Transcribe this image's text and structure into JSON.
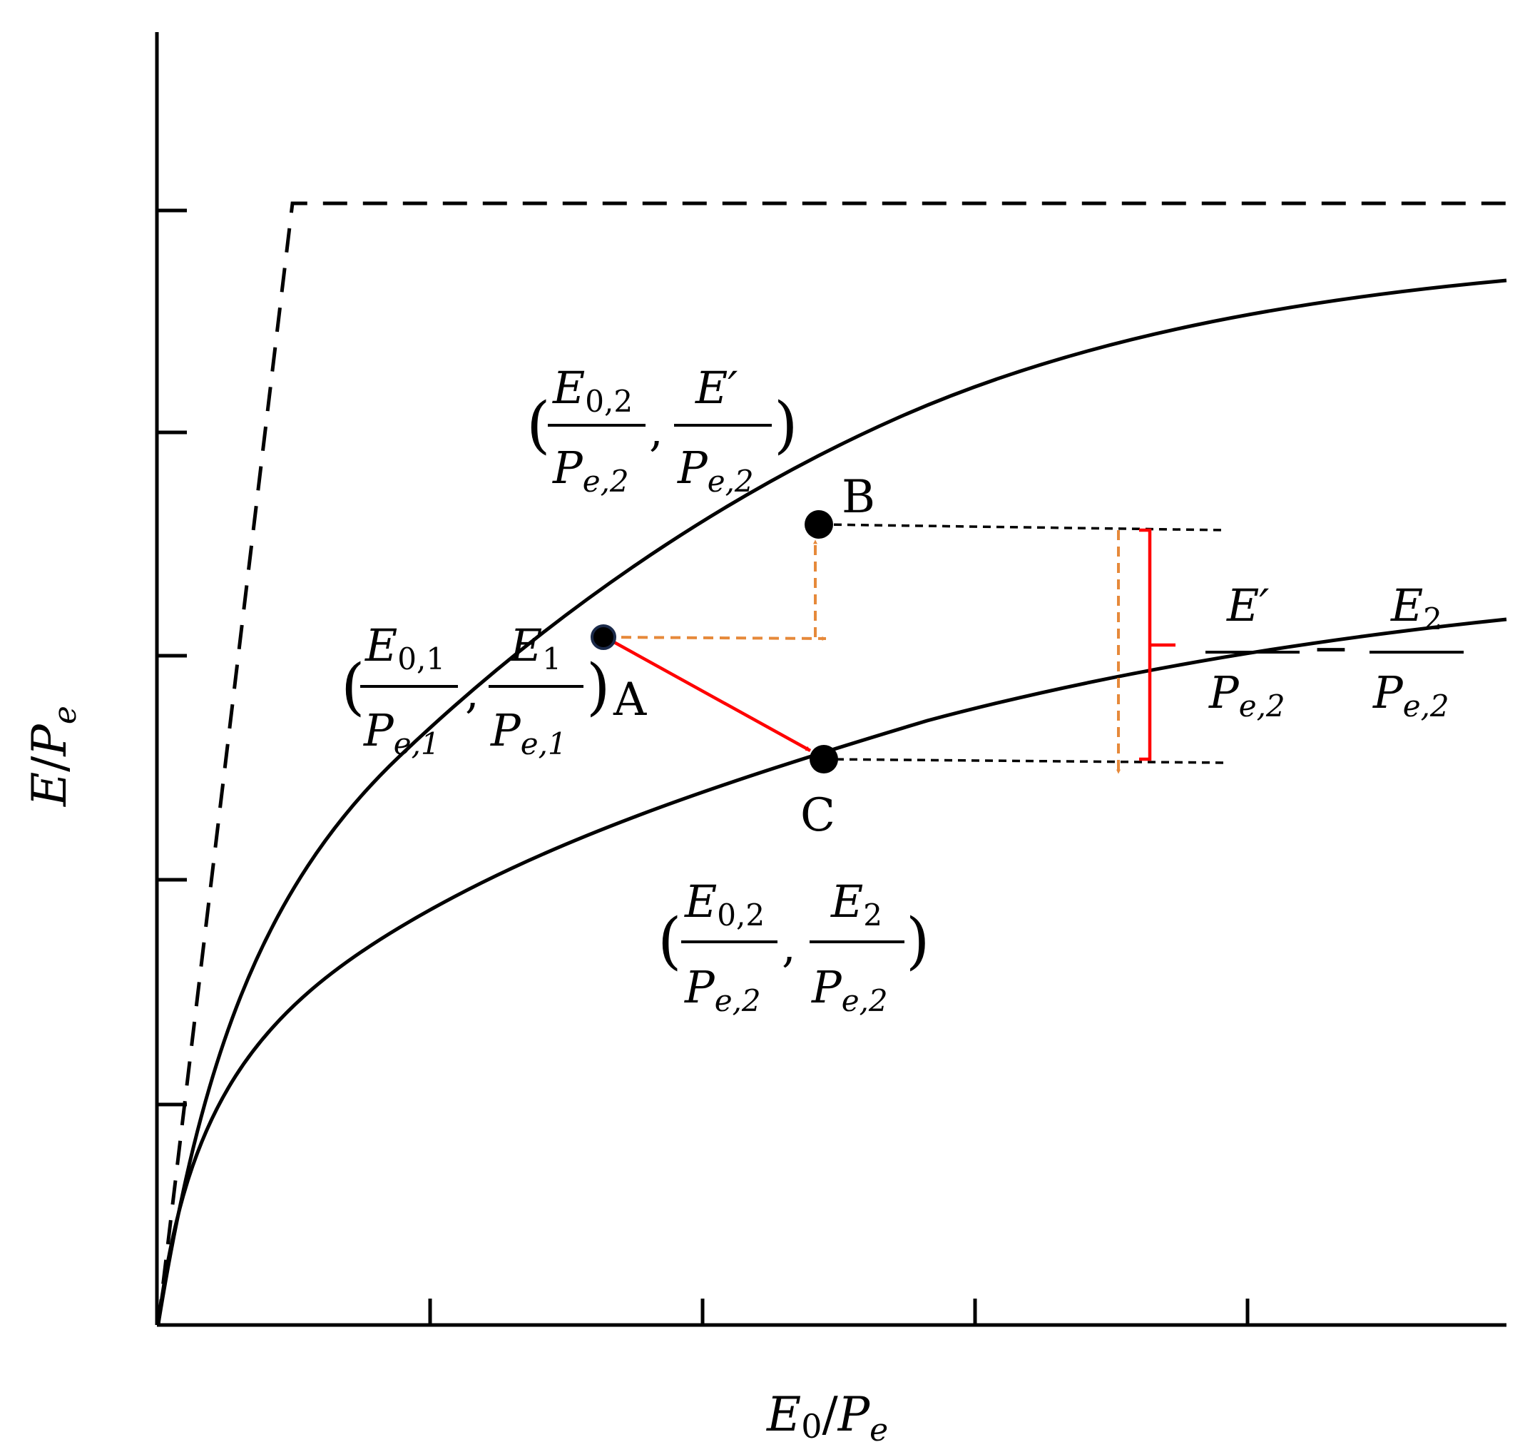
{
  "colors": {
    "axes": "#000000",
    "curves": "#000000",
    "transition_arrow": "#ff0000",
    "decomposition_arrows": "#e6893a",
    "difference_bracket": "#ff0000"
  },
  "axes": {
    "x_label": {
      "main": "E",
      "sub": "0",
      "slash": "/",
      "den": "P",
      "den_sub": "e"
    },
    "y_label": {
      "main": "E",
      "slash": "/",
      "den": "P",
      "den_sub": "e"
    }
  },
  "points": {
    "A": {
      "label": "A",
      "coord": {
        "open": "(",
        "x_num": "E",
        "x_num_sub": "0,1",
        "x_den": "P",
        "x_den_sub": "e,1",
        "comma": ",",
        "y_num": "E",
        "y_num_sub": "1",
        "y_den": "P",
        "y_den_sub": "e,1",
        "close": ")"
      }
    },
    "B": {
      "label": "B",
      "coord": {
        "open": "(",
        "x_num": "E",
        "x_num_sub": "0,2",
        "x_den": "P",
        "x_den_sub": "e,2",
        "comma": ",",
        "y_num": "E′",
        "y_den": "P",
        "y_den_sub": "e,2",
        "close": ")"
      }
    },
    "C": {
      "label": "C",
      "coord": {
        "open": "(",
        "x_num": "E",
        "x_num_sub": "0,2",
        "x_den": "P",
        "x_den_sub": "e,2",
        "comma": ",",
        "y_num": "E",
        "y_num_sub": "2",
        "y_den": "P",
        "y_den_sub": "e,2",
        "close": ")"
      }
    }
  },
  "difference": {
    "left_num": "E′",
    "left_den": "P",
    "left_den_sub": "e,2",
    "minus": "−",
    "right_num": "E",
    "right_num_sub": "2",
    "right_den": "P",
    "right_den_sub": "e,2"
  }
}
